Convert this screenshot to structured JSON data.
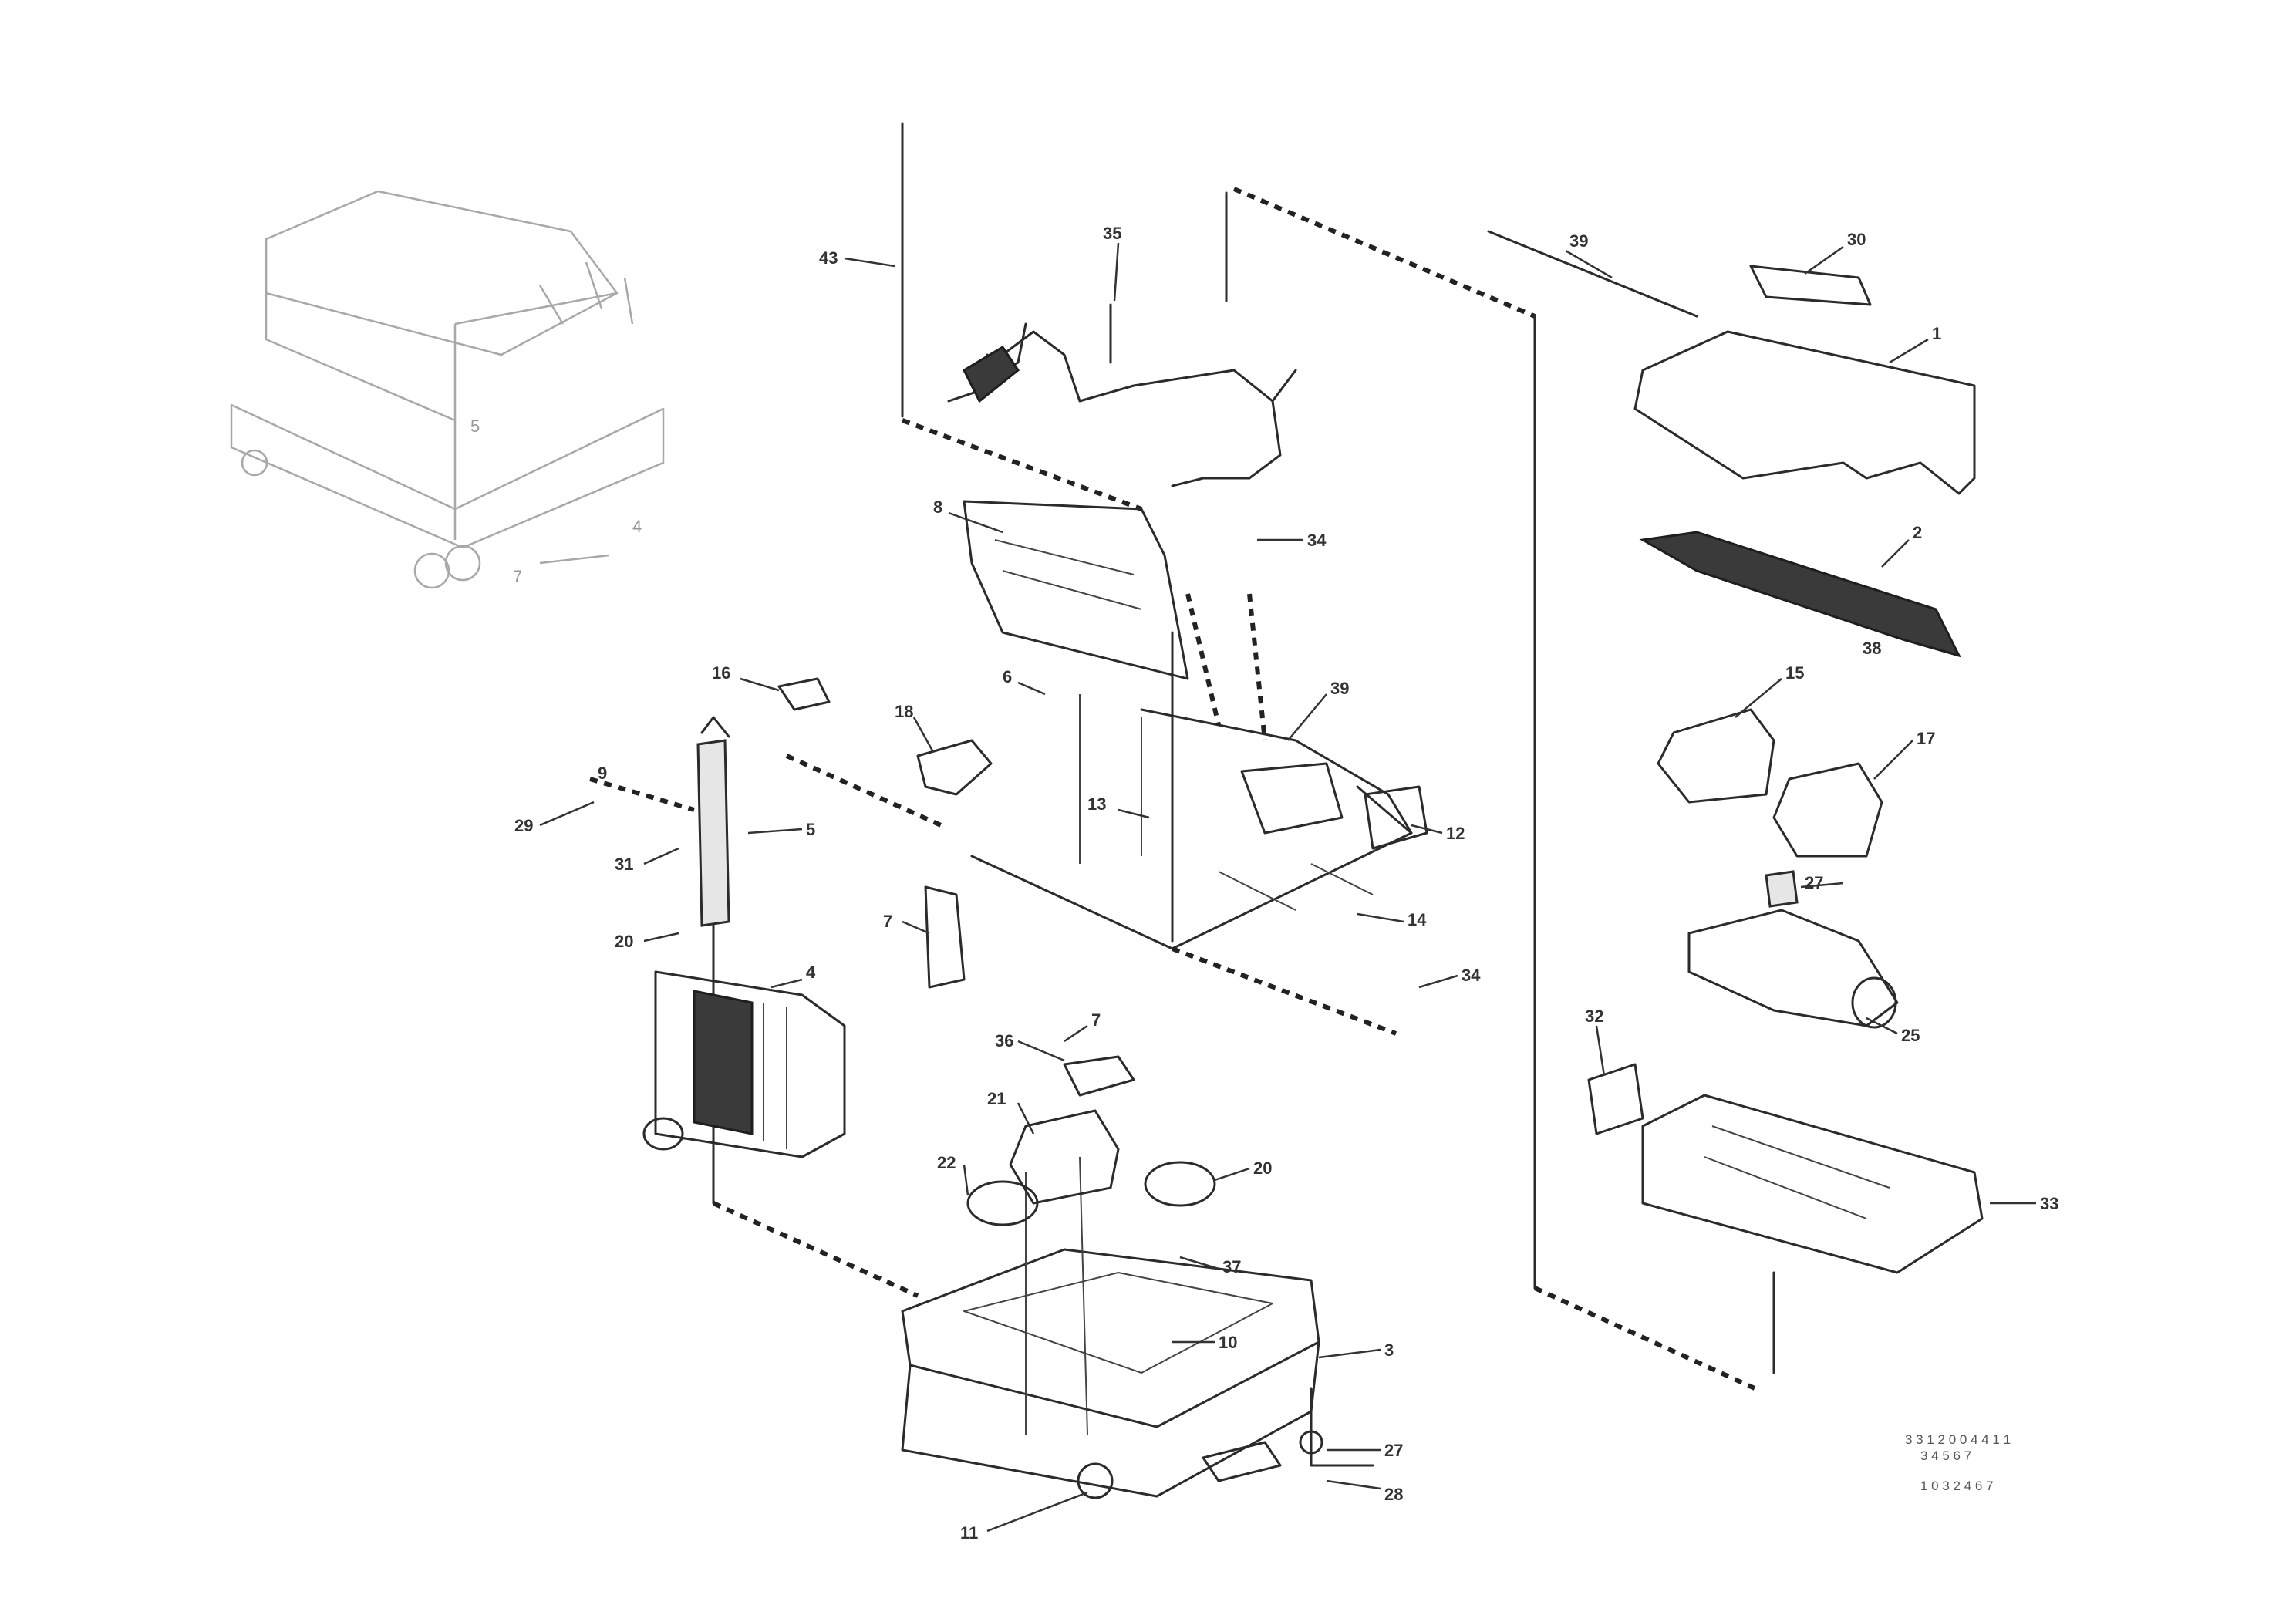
{
  "labels": {
    "l43": "43",
    "l35": "35",
    "l34a": "34",
    "l39a": "39",
    "l30": "30",
    "l1": "1",
    "l2": "2",
    "l8": "8",
    "l6": "6",
    "l16": "16",
    "l18": "18",
    "l39b": "39",
    "l13": "13",
    "l12": "12",
    "l14": "14",
    "l34b": "34",
    "l15": "15",
    "l17": "17",
    "l9": "9",
    "l29": "29",
    "l31": "31",
    "l20a": "20",
    "l5": "5",
    "l4": "4",
    "l7a": "7",
    "l7b": "7",
    "l36": "36",
    "l27a": "27",
    "l21": "21",
    "l25": "25",
    "l22": "22",
    "l32": "32",
    "l33": "33",
    "l20b": "20",
    "l3": "3",
    "l27b": "27",
    "l28": "28",
    "l37": "37",
    "l10": "10",
    "l11": "11",
    "l38": "38"
  },
  "ghost_labels": {
    "g1": "4",
    "g2": "5",
    "g3": "7"
  },
  "reference": {
    "code_line1": "3 3 1 2 0 0 4 4 1 1",
    "code_line2": "3 4 5 6 7",
    "drawing_number": "1 0 3 2 4 6 7"
  }
}
